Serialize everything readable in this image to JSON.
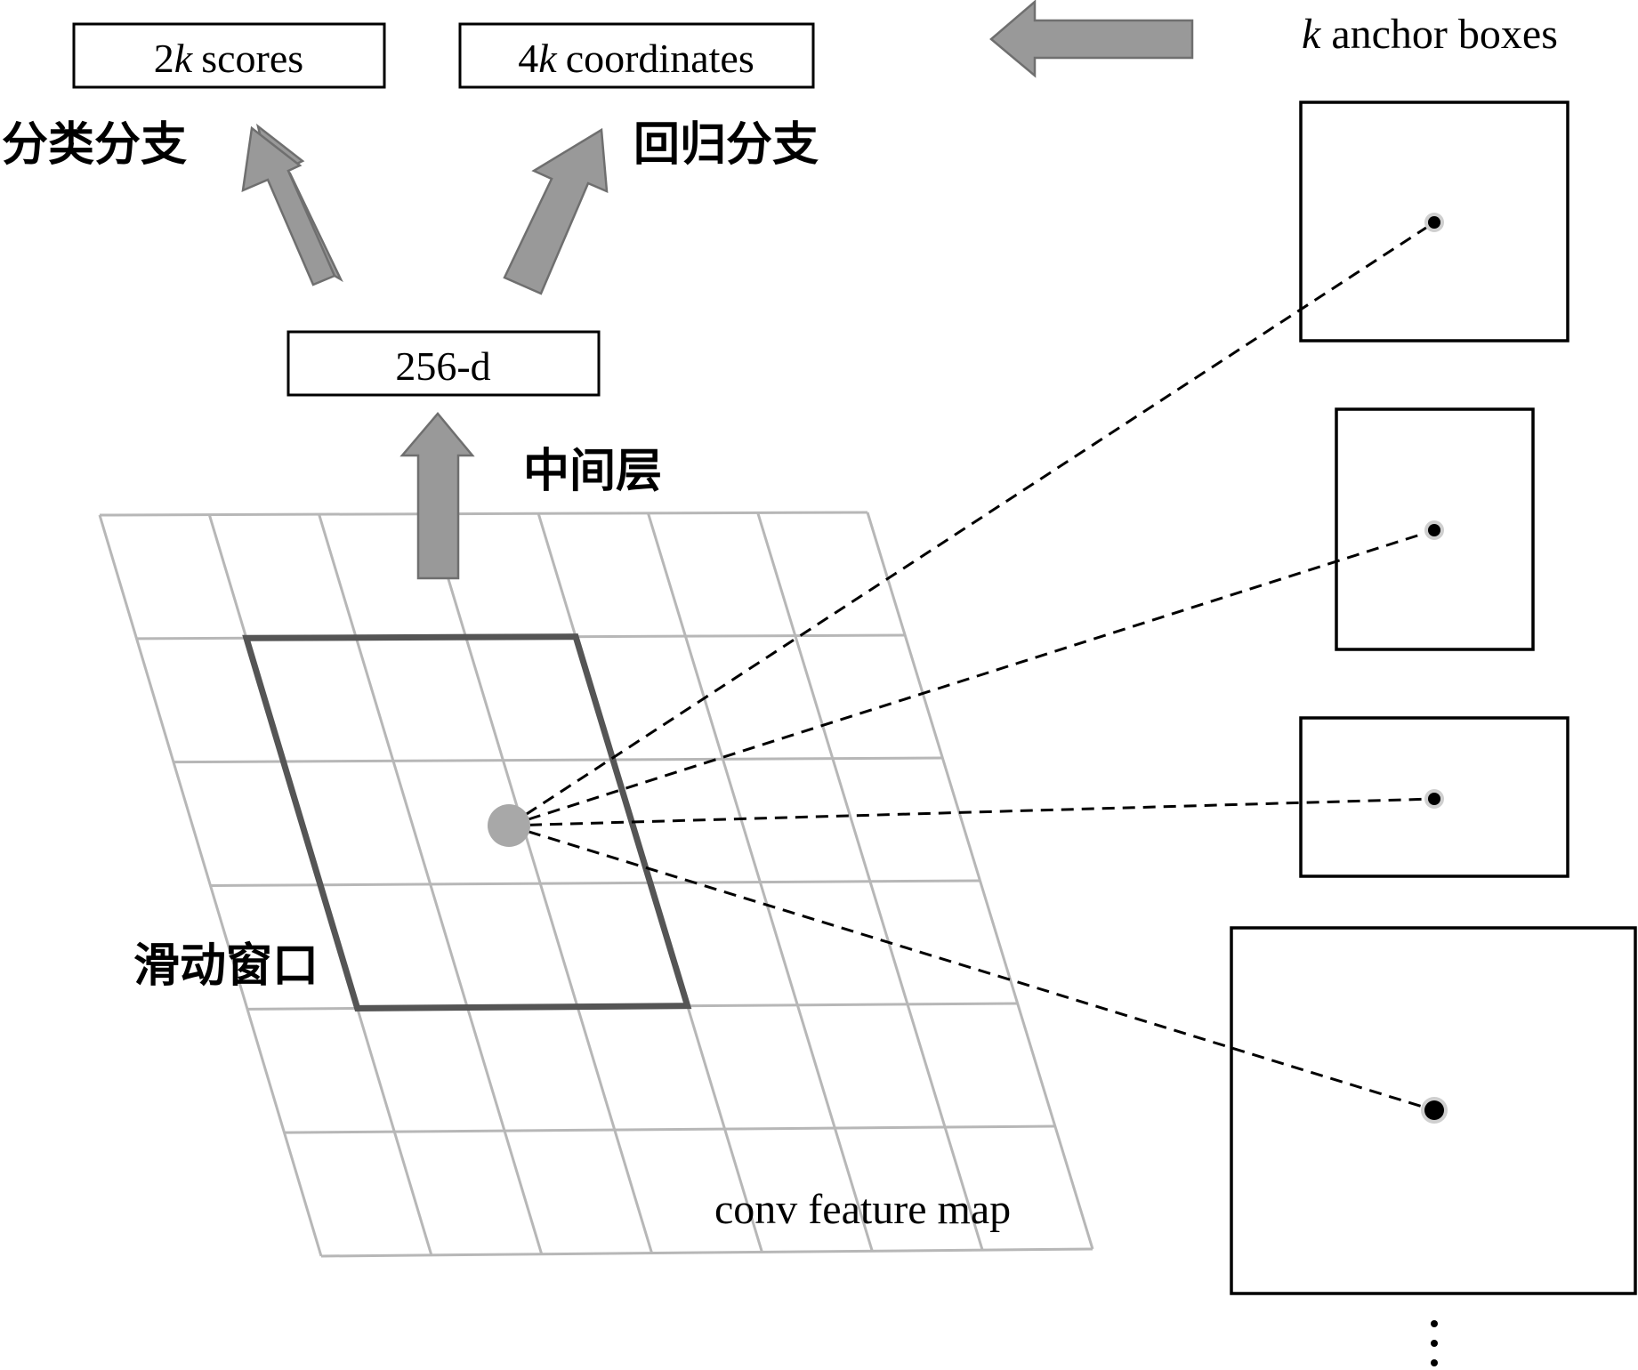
{
  "outputs": {
    "scores": {
      "coef": "2",
      "var": "k",
      "text": "scores"
    },
    "coordinates": {
      "coef": "4",
      "var": "k",
      "text": "coordinates"
    }
  },
  "anchors_title": {
    "var": "k",
    "text": "anchor boxes"
  },
  "labels": {
    "cls_branch": "分类分支",
    "reg_branch": "回归分支",
    "intermediate_layer": "中间层",
    "sliding_window": "滑动窗口",
    "feature_map": "conv feature map",
    "ellipsis": "⋮"
  },
  "intermediate_box": "256-d",
  "grid": {
    "rows": 6,
    "cols": 7,
    "window_rows": 3,
    "window_cols": 3
  },
  "anchor_boxes_count_shown": 4,
  "colors": {
    "arrow": "#999999",
    "grid": "#b7b7b7",
    "window": "#555555",
    "center": "#a8a8a8"
  }
}
